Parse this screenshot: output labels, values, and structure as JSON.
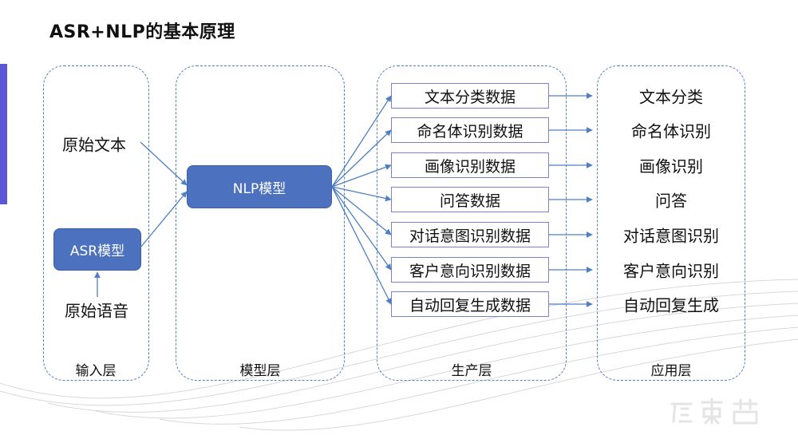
{
  "slide": {
    "title": "ASR+NLP的基本原理"
  },
  "layers": {
    "input": {
      "label": "输入层",
      "raw_text": "原始文本",
      "asr_model": "ASR模型",
      "raw_speech": "原始语音"
    },
    "model": {
      "label": "模型层",
      "nlp_model": "NLP模型"
    },
    "production": {
      "label": "生产层",
      "items": [
        "文本分类数据",
        "命名体识别数据",
        "画像识别数据",
        "问答数据",
        "对话意图识别数据",
        "客户意向识别数据",
        "自动回复生成数据"
      ]
    },
    "application": {
      "label": "应用层",
      "items": [
        "文本分类",
        "命名体识别",
        "画像识别",
        "问答",
        "对话意图识别",
        "客户意向识别",
        "自动回复生成"
      ]
    }
  },
  "colors": {
    "accent": "#5b57d6",
    "model_fill": "#4c72bf",
    "arrow": "#4e7fc4",
    "data_box_border": "#7f7fcf"
  }
}
